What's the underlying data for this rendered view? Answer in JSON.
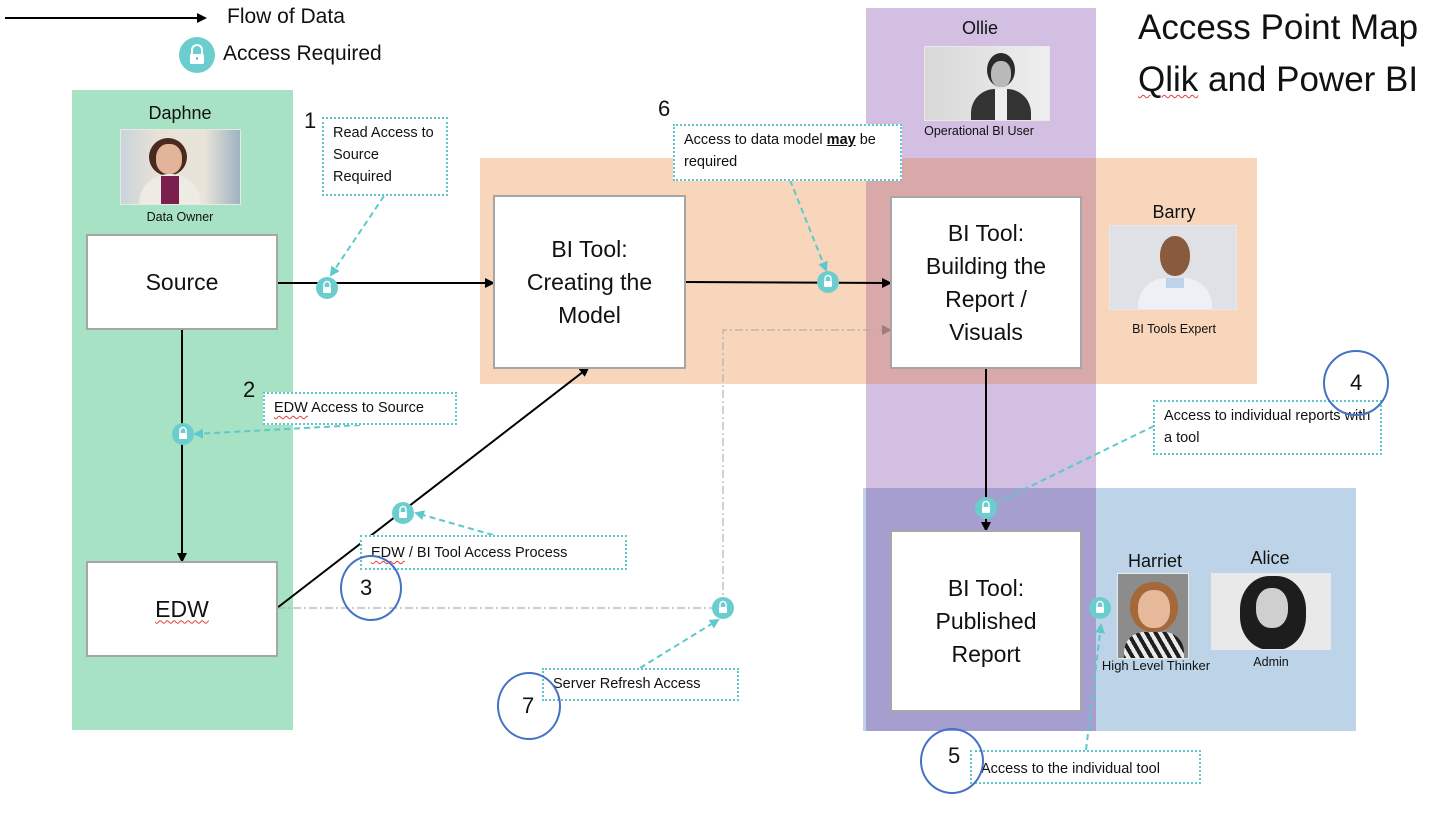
{
  "title": {
    "line1": "Access Point Map",
    "line2_word1": "Qlik",
    "line2_rest": " and Power BI"
  },
  "legend": {
    "flow_label": "Flow of Data",
    "access_label": "Access Required",
    "access_icon": "lock-icon"
  },
  "colors": {
    "data_owner_zone": "#a8e2c4",
    "bi_build_zone": "#f8d6bc",
    "operational_zone": "#d2bfe1",
    "overlap_zone": "#d9a9a9",
    "publish_zone": "#bdd4e8",
    "publish_overlap_zone": "#a79ed0",
    "lock_fill": "#6ccdcf",
    "callout_border": "#5ec8cc",
    "step_circle": "#4472c4"
  },
  "people": [
    {
      "name": "Daphne",
      "role": "Data Owner"
    },
    {
      "name": "Ollie",
      "role": "Operational BI User"
    },
    {
      "name": "Barry",
      "role": "BI Tools Expert"
    },
    {
      "name": "Harriet",
      "role": "High Level Thinker"
    },
    {
      "name": "Alice",
      "role": "Admin"
    }
  ],
  "nodes": {
    "source": "Source",
    "edw": "EDW",
    "create_model": "BI Tool: Creating the Model",
    "build_report": "BI Tool: Building the Report / Visuals",
    "published_report": "BI Tool: Published Report"
  },
  "steps": [
    {
      "number": "1",
      "text": "Read Access to Source Required"
    },
    {
      "number": "2",
      "text_word1": "EDW",
      "text_rest": " Access to Source"
    },
    {
      "number": "3",
      "text_word1": "EDW",
      "text_rest": " / BI Tool Access Process"
    },
    {
      "number": "4",
      "text": "Access to individual reports with a tool"
    },
    {
      "number": "5",
      "text": "Access to the individual tool"
    },
    {
      "number": "6",
      "text_before": "Access to data model ",
      "text_bold": "may",
      "text_after": " be required"
    },
    {
      "number": "7",
      "text": "Server Refresh Access"
    }
  ]
}
